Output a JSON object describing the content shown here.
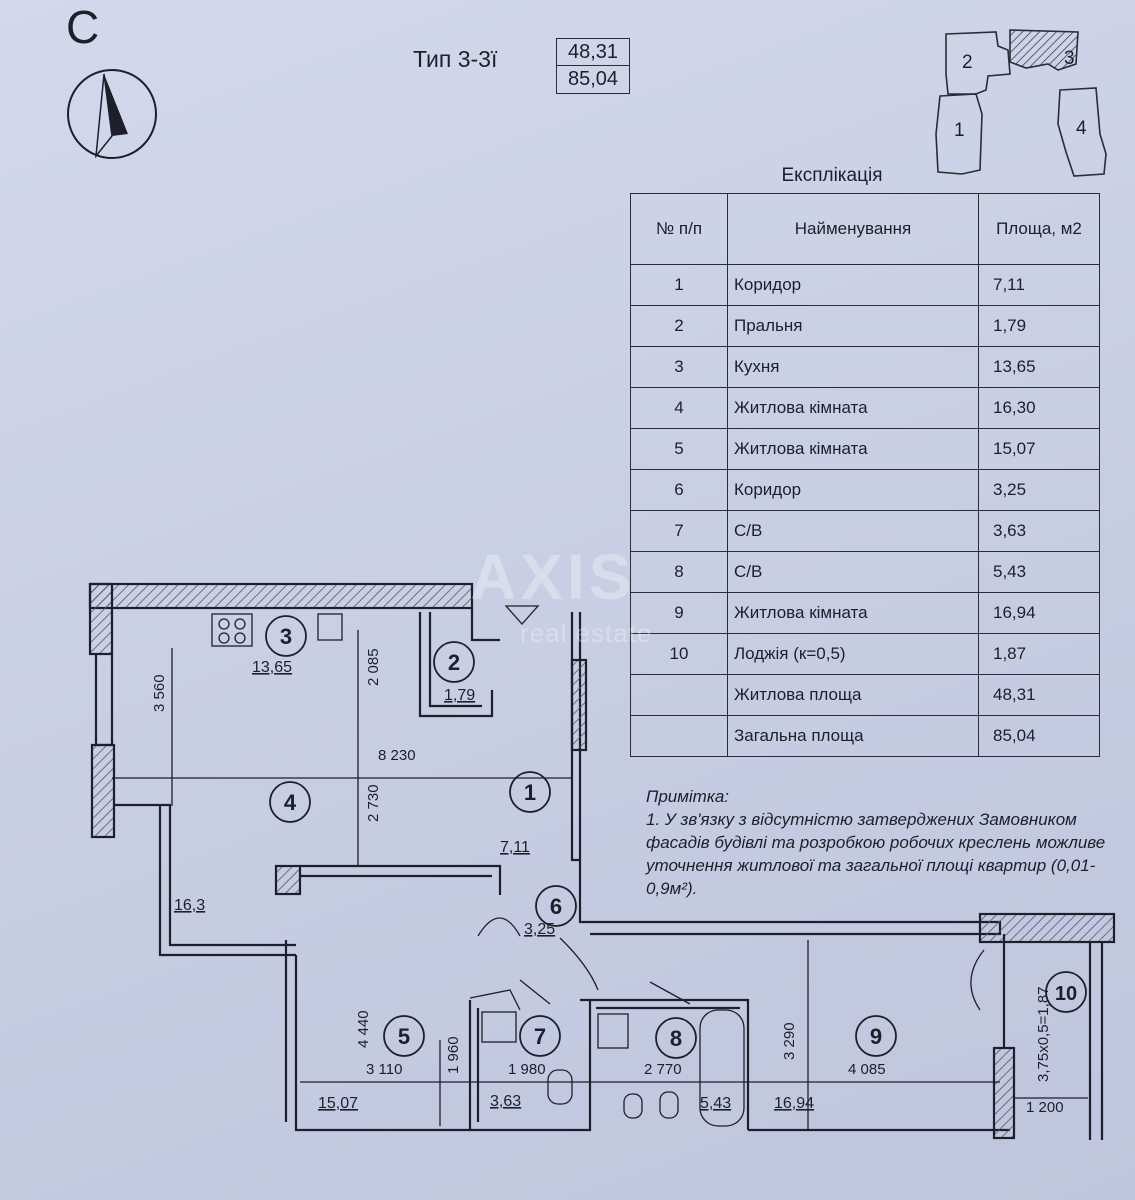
{
  "section_letter": "С",
  "apartment": {
    "type_label": "Тип 3-3ї",
    "living_area": "48,31",
    "total_area": "85,04"
  },
  "keyplan_labels": [
    "1",
    "2",
    "3",
    "4"
  ],
  "explication": {
    "title": "Експлікація",
    "headers": [
      "№ п/п",
      "Найменування",
      "Площа, м2"
    ],
    "rows": [
      {
        "num": "1",
        "name": "Коридор",
        "area": "7,11"
      },
      {
        "num": "2",
        "name": "Пральня",
        "area": "1,79"
      },
      {
        "num": "3",
        "name": "Кухня",
        "area": "13,65"
      },
      {
        "num": "4",
        "name": "Житлова кімната",
        "area": "16,30"
      },
      {
        "num": "5",
        "name": "Житлова кімната",
        "area": "15,07"
      },
      {
        "num": "6",
        "name": "Коридор",
        "area": "3,25"
      },
      {
        "num": "7",
        "name": "С/В",
        "area": "3,63"
      },
      {
        "num": "8",
        "name": "С/В",
        "area": "5,43"
      },
      {
        "num": "9",
        "name": "Житлова кімната",
        "area": "16,94"
      },
      {
        "num": "10",
        "name": "Лоджія (к=0,5)",
        "area": "1,87"
      }
    ],
    "summary": [
      {
        "name": "Житлова площа",
        "area": "48,31"
      },
      {
        "name": "Загальна площа",
        "area": "85,04"
      }
    ]
  },
  "note": {
    "title": "Примітка:",
    "text": "1. У зв'язку з відсутністю затверджених Замовником фасадів будівлі та розробкою робочих креслень можливе уточнення житлової та загальної площі квартир (0,01-0,9м²)."
  },
  "watermark": {
    "brand": "AXIS",
    "sub": "real estate"
  },
  "plan": {
    "rooms": [
      {
        "id": "3",
        "area": "13,65"
      },
      {
        "id": "2",
        "area": "1,79"
      },
      {
        "id": "1",
        "area": "7,11"
      },
      {
        "id": "4",
        "area": "16,3"
      },
      {
        "id": "6",
        "area": "3,25"
      },
      {
        "id": "5",
        "area": "15,07"
      },
      {
        "id": "7",
        "area": "3,63"
      },
      {
        "id": "8",
        "area": "5,43"
      },
      {
        "id": "9",
        "area": "16,94"
      },
      {
        "id": "10",
        "area": "3,75x0,5=1,87"
      }
    ],
    "dimensions": [
      "3 560",
      "2 085",
      "8 230",
      "2 730",
      "4 440",
      "3 110",
      "1 960",
      "1 980",
      "2 770",
      "3 290",
      "4 085",
      "1 200"
    ]
  },
  "colors": {
    "ink": "#1d1f2c",
    "paper": "#c9cee3",
    "hatch": "#6a6c7a"
  }
}
